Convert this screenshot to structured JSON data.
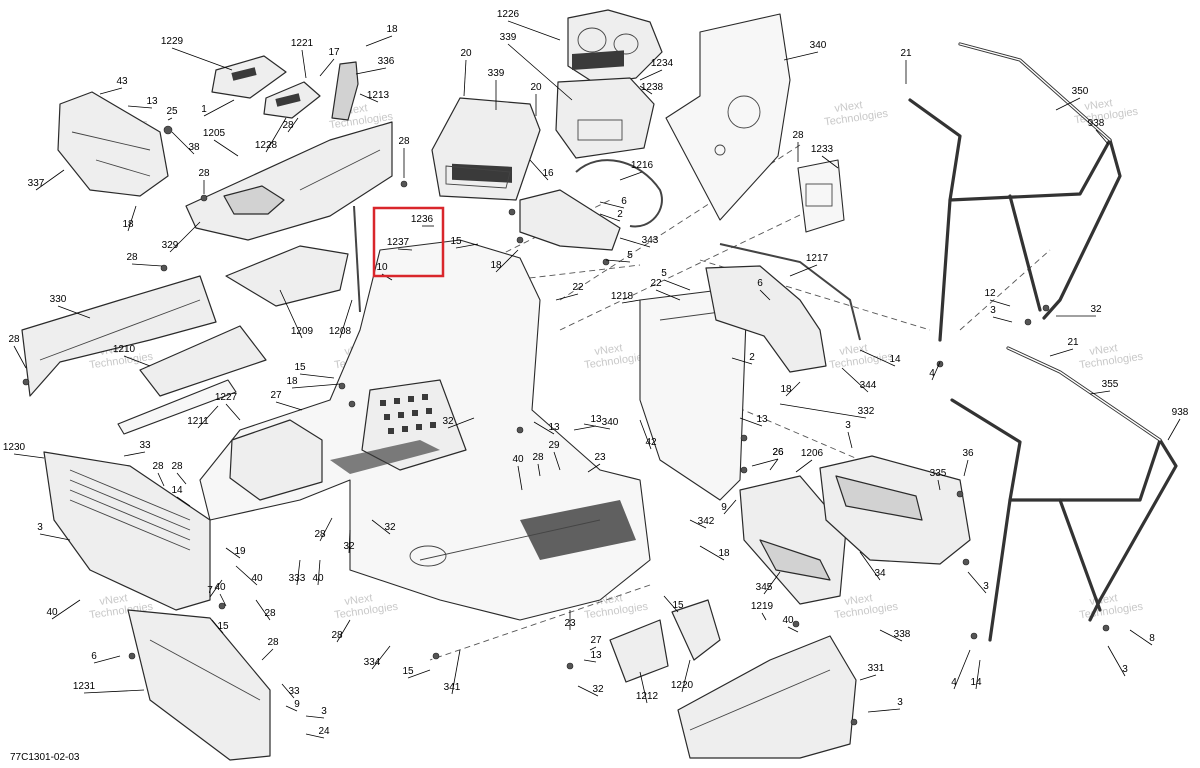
{
  "drawing_code": "77C1301-02-03",
  "watermark": {
    "lines": [
      "vNext",
      "Technologies"
    ]
  },
  "highlight": {
    "color": "#d9262b",
    "labels": [
      "1236",
      "1237",
      "10"
    ]
  },
  "callouts": [
    "1226",
    "339",
    "1234",
    "1238",
    "340",
    "20",
    "339",
    "20",
    "16",
    "1216",
    "6",
    "2",
    "343",
    "5",
    "28",
    "1233",
    "21",
    "350",
    "938",
    "1229",
    "1221",
    "17",
    "18",
    "336",
    "1213",
    "43",
    "13",
    "25",
    "38",
    "1",
    "28",
    "1228",
    "1205",
    "337",
    "28",
    "18",
    "329",
    "28",
    "1209",
    "1208",
    "28",
    "15",
    "18",
    "1236",
    "1237",
    "10",
    "22",
    "1218",
    "22",
    "5",
    "1217",
    "6",
    "330",
    "28",
    "1210",
    "27",
    "15",
    "18",
    "1227",
    "1211",
    "13",
    "32",
    "13",
    "340",
    "42",
    "13",
    "26",
    "332",
    "344",
    "18",
    "2",
    "14",
    "4",
    "12",
    "3",
    "32",
    "21",
    "355",
    "938",
    "33",
    "1230",
    "28",
    "28",
    "14",
    "40",
    "28",
    "29",
    "23",
    "26",
    "1206",
    "3",
    "335",
    "36",
    "9",
    "342",
    "32",
    "28",
    "32",
    "19",
    "7",
    "40",
    "333",
    "40",
    "3",
    "40",
    "6",
    "15",
    "18",
    "1219",
    "40",
    "345",
    "34",
    "3",
    "28",
    "15",
    "28",
    "28",
    "334",
    "15",
    "341",
    "23",
    "27",
    "13",
    "32",
    "1212",
    "1220",
    "331",
    "338",
    "8",
    "3",
    "4",
    "14",
    "40",
    "1231",
    "33",
    "9",
    "3",
    "24",
    "3",
    "28"
  ]
}
